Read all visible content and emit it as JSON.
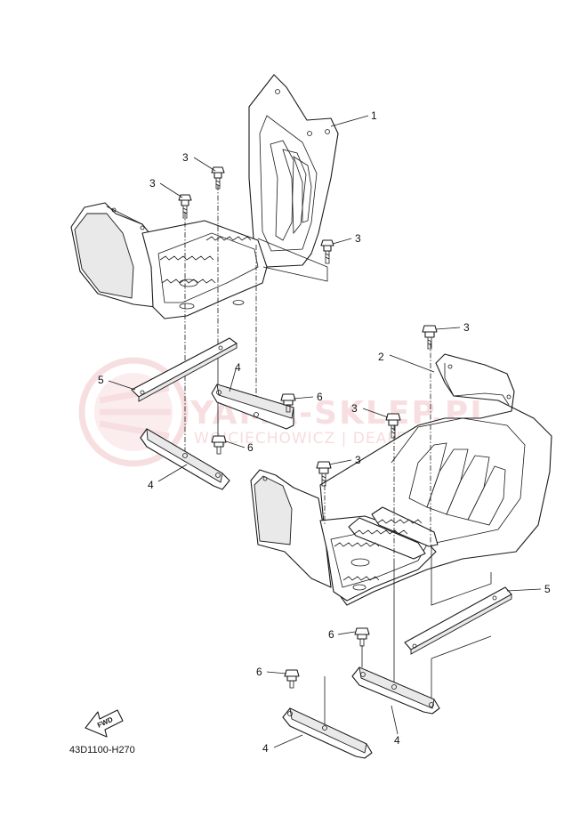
{
  "diagram": {
    "drawing_code": "43D1100-H270",
    "fwd_label": "FWD",
    "watermark": {
      "brand": "YAMA-SKLEP.PL",
      "dealer": "WOJCIECHOWICZ | DEALER YAMAHA",
      "logo_icon": "yamaha-tuning-fork-logo"
    },
    "callouts": [
      {
        "id": "c1",
        "label": "1"
      },
      {
        "id": "c2",
        "label": "2"
      },
      {
        "id": "c3a",
        "label": "3"
      },
      {
        "id": "c3b",
        "label": "3"
      },
      {
        "id": "c3c",
        "label": "3"
      },
      {
        "id": "c3d",
        "label": "3"
      },
      {
        "id": "c3e",
        "label": "3"
      },
      {
        "id": "c3f",
        "label": "3"
      },
      {
        "id": "c4a",
        "label": "4"
      },
      {
        "id": "c4b",
        "label": "4"
      },
      {
        "id": "c4c",
        "label": "4"
      },
      {
        "id": "c4d",
        "label": "4"
      },
      {
        "id": "c5a",
        "label": "5"
      },
      {
        "id": "c5b",
        "label": "5"
      },
      {
        "id": "c6a",
        "label": "6"
      },
      {
        "id": "c6b",
        "label": "6"
      },
      {
        "id": "c6c",
        "label": "6"
      },
      {
        "id": "c6d",
        "label": "6"
      }
    ]
  }
}
